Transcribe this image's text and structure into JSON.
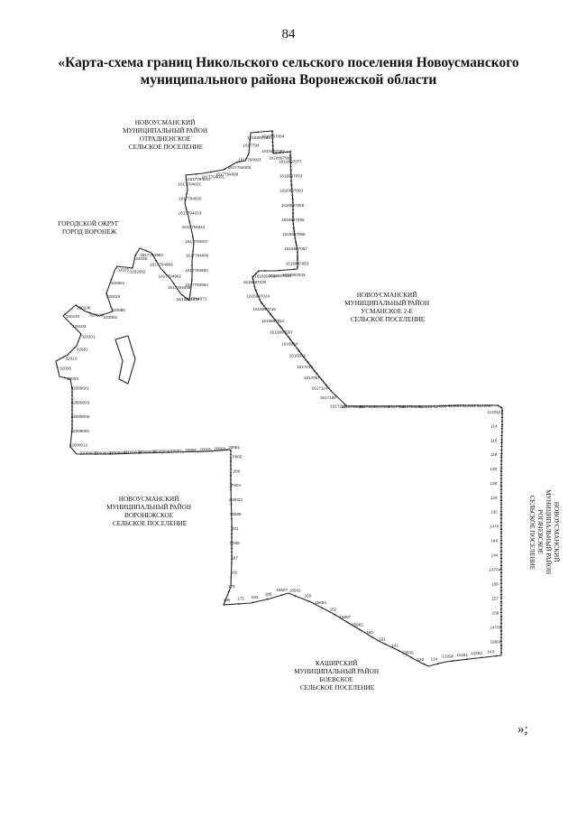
{
  "page_number": "84",
  "title_line1": "«Карта-схема границ Никольского сельского поселения Новоусманского",
  "title_line2": "муниципального района Воронежской области",
  "closing": "»;",
  "regions": {
    "otradnenskoe": [
      "НОВОУСМАНСКИЙ",
      "МУНИЦИПАЛЬНЫЙ РАЙОН",
      "ОТРАДНЕНСКОЕ",
      "СЕЛЬСКОЕ ПОСЕЛЕНИЕ"
    ],
    "voronezh": [
      "ГОРОДСКОЙ ОКРУГ",
      "ГОРОД ВОРОНЕЖ"
    ],
    "usmanskoe": [
      "НОВОУСМАНСКИЙ",
      "МУНИЦИПАЛЬНЫЙ РАЙОН",
      "УСМАНСКОЕ 2-Е",
      "СЕЛЬСКОЕ ПОСЕЛЕНИЕ"
    ],
    "voronezhskoe": [
      "НОВОУСМАНСКИЙ",
      "МУНИЦИПАЛЬНЫЙ РАЙОН",
      "ВОРОНЕЖСКОЕ",
      "СЕЛЬСКОЕ ПОСЕЛЕНИЕ"
    ],
    "rogachevskoe": [
      "НОВОУСМАНСКИЙ",
      "МУНИЦИПАЛЬНЫЙ РАЙОН",
      "РОГАЧЕВСКОЕ",
      "СЕЛЬСКОЕ ПОСЕЛЕНИЕ"
    ],
    "boevskoe": [
      "КАШИРСКИЙ",
      "МУНИЦИПАЛЬНЫЙ РАЙОН",
      "БОЕВСКОЕ",
      "СЕЛЬСКОЕ ПОСЕЛЕНИЕ"
    ]
  },
  "point_labels": [
    "1616897085",
    "1616897084",
    "1616897082",
    "1616897080",
    "1616897077",
    "1616897073",
    "1616897063",
    "1616897059",
    "1616897055",
    "1616897058",
    "1616897057",
    "1616897053",
    "1616897043",
    "1616897040",
    "1616897034",
    "1616897030",
    "1616897024",
    "1616897015",
    "1616897012",
    "1616897007",
    "1616904",
    "1616943",
    "1617019",
    "1617057",
    "1617114",
    "1617166",
    "1617215",
    "1616790888",
    "1617648",
    "1617660",
    "1617701",
    "1616790895",
    "114016",
    "114006",
    "114003",
    "114002",
    "114009",
    "114010",
    "114",
    "116",
    "118",
    "130",
    "128",
    "129",
    "132",
    "1470",
    "146",
    "144",
    "14704",
    "156",
    "157",
    "158",
    "14706",
    "15800",
    "143",
    "14292",
    "14291",
    "13290",
    "124",
    "125",
    "13500",
    "141",
    "161",
    "160",
    "15882",
    "15687",
    "162",
    "15681",
    "165",
    "16502",
    "16507",
    "188",
    "183",
    "175",
    "186",
    "178",
    "182",
    "187",
    "P808",
    "201",
    "16588",
    "150023",
    "P804",
    "206",
    "P805",
    "20682",
    "20684",
    "20685",
    "20686",
    "20687",
    "32009020",
    "32009025",
    "32009029",
    "32009037",
    "32009013",
    "32009030",
    "32009012",
    "32009008",
    "32009006",
    "32009003",
    "32009001",
    "32003",
    "32008",
    "32012",
    "32081",
    "320101",
    "320103",
    "320140",
    "320106",
    "320100",
    "320003",
    "320086",
    "320029",
    "320081",
    "32025",
    "3202582",
    "32028",
    "1617794993",
    "1617794989",
    "1617794982",
    "1617794988",
    "1617794977",
    "1617794972",
    "1617794964",
    "1617794960",
    "1617794849",
    "1617794847",
    "1617794844",
    "1617794023",
    "1617794020",
    "1617794021",
    "1617794013",
    "1617794001",
    "1617794009",
    "1617794005",
    "1617794003",
    "1617794"
  ]
}
